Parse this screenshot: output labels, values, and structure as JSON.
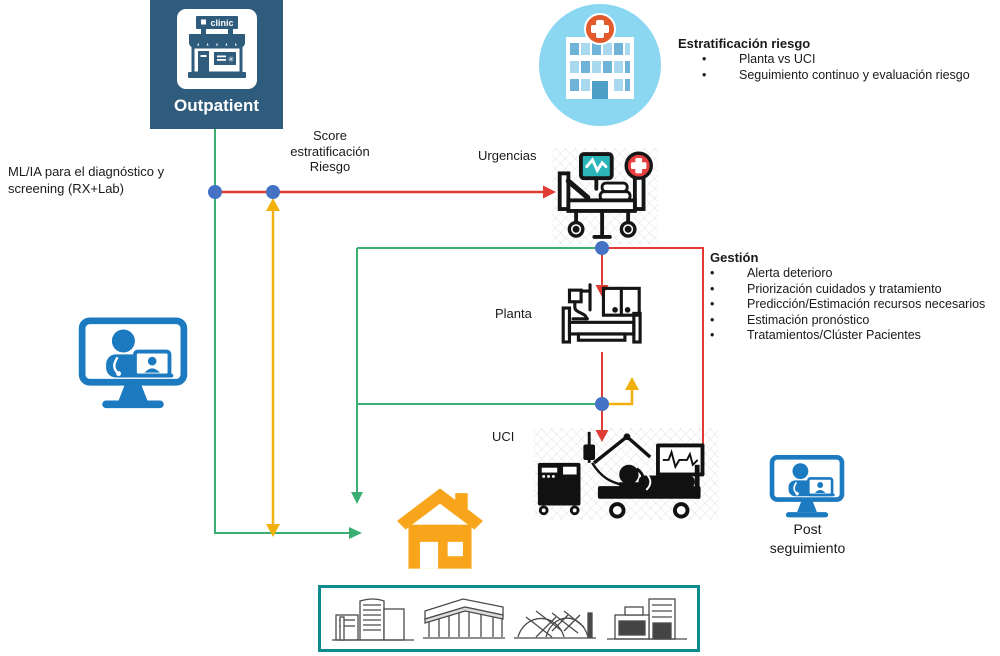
{
  "labels": {
    "outpatient": "Outpatient",
    "clinic_sign": "clinic",
    "ml_ia": "ML/IA para el diagnóstico y screening (RX+Lab)",
    "score": "Score estratificación Riesgo",
    "urgencias": "Urgencias",
    "planta": "Planta",
    "uci": "UCI",
    "post_seguimiento": "Post seguimiento"
  },
  "ui": {
    "bullet": "•"
  },
  "estratificacion": {
    "title": "Estratificación riesgo",
    "items": [
      "Planta vs UCI",
      "Seguimiento continuo y evaluación riesgo"
    ]
  },
  "gestion": {
    "title": "Gestión",
    "items": [
      "Alerta deterioro",
      "Priorización cuidados y tratamiento",
      "Predicción/Estimación recursos necesarios",
      "Estimación pronóstico",
      "Tratamientos/Clúster Pacientes"
    ]
  },
  "colors": {
    "navy": "#2F5B7C",
    "circle_blue": "#8BD7F2",
    "icon_blue": "#1B7AC0",
    "green": "#3BAF73",
    "red": "#E23B33",
    "yellow": "#F2B00C",
    "dot_blue": "#4472C4",
    "orange": "#F9A51B",
    "teal": "#0E8B8E",
    "monitor_teal": "#2BB5B8",
    "cross_red": "#E84040"
  }
}
